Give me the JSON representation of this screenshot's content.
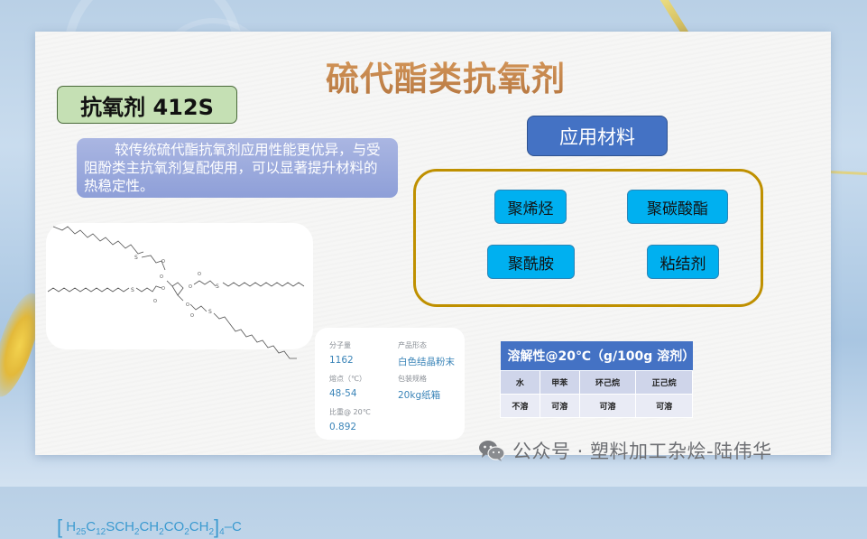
{
  "slide": {
    "title": "硫代酯类抗氧剂",
    "product_label": "抗氧剂 412S",
    "description": "较传统硫代酯抗氧剂应用性能更优异，与受阻酚类主抗氧剂复配使用，可以显著提升材料的热稳定性。",
    "formula": {
      "parts": [
        "H",
        "25",
        "C",
        "12",
        "SCH",
        "2",
        "CH",
        "2",
        "CO",
        "2",
        "CH",
        "2",
        "4",
        "C"
      ]
    },
    "properties": [
      {
        "label": "分子量",
        "value": "1162"
      },
      {
        "label": "产品形态",
        "value": "白色结晶粉末"
      },
      {
        "label": "熔点（℃）",
        "value": "48-54"
      },
      {
        "label": "包装规格",
        "value": "20kg纸箱"
      },
      {
        "label": "比重@ 20℃",
        "value": "0.892"
      }
    ],
    "applications": {
      "title": "应用材料",
      "items": [
        "聚烯烃",
        "聚碳酸酯",
        "聚酰胺",
        "粘结剂"
      ]
    },
    "solubility": {
      "header": "溶解性@20℃（g/100g 溶剂）",
      "solvents": [
        "水",
        "甲苯",
        "环己烷",
        "正己烷"
      ],
      "results": [
        "不溶",
        "可溶",
        "可溶",
        "可溶"
      ]
    },
    "watermark": "公众号 · 塑料加工杂烩-陆伟华"
  },
  "colors": {
    "title_gold": "#c7884e",
    "label_green": "#c5e0b4",
    "desc_blue": "#8e9fd8",
    "app_title_blue": "#4472c4",
    "frame_gold": "#bf9000",
    "material_cyan": "#00b0f0",
    "formula_blue": "#3b9ad0"
  }
}
